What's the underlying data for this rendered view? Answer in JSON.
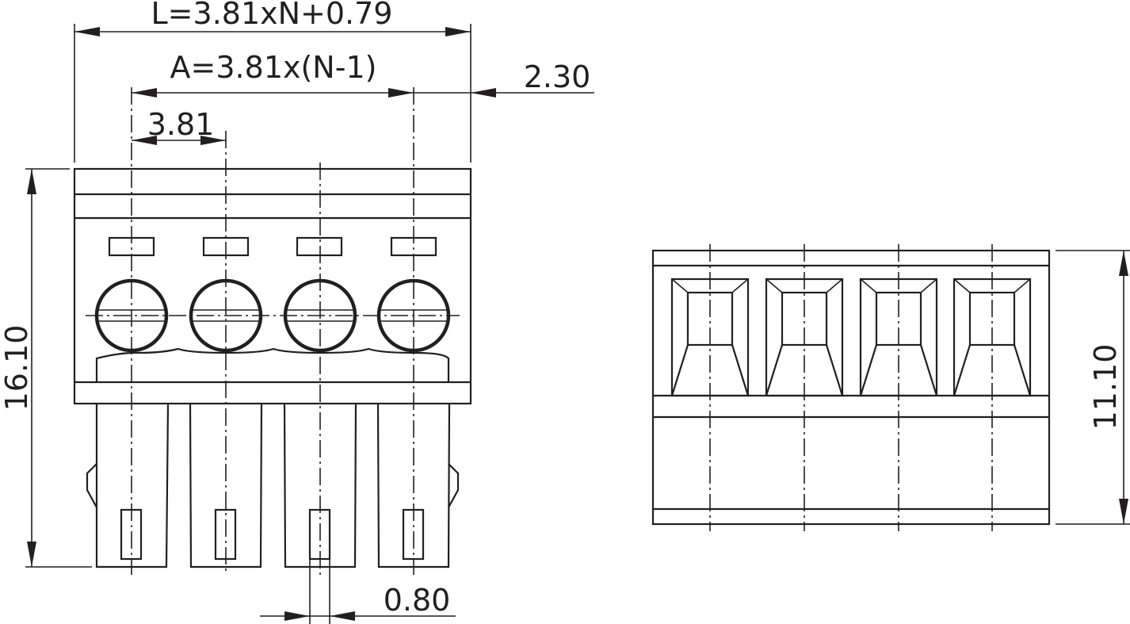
{
  "dimensions": {
    "length_formula": "L=3.81xN+0.79",
    "pitch_formula": "A=3.81x(N-1)",
    "pitch": "3.81",
    "end_offset": "2.30",
    "height": "16.10",
    "pin_width": "0.80",
    "side_height": "11.10"
  },
  "colors": {
    "line": "#231f20",
    "background": "#ffffff"
  }
}
